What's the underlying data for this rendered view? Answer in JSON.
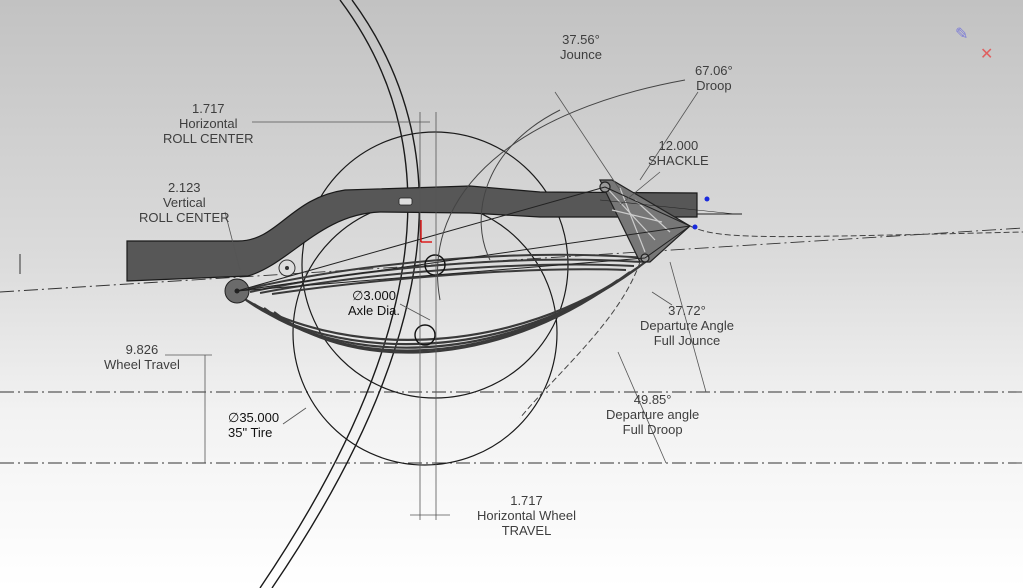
{
  "labels": {
    "jounce_angle": {
      "value": "37.56°",
      "name": "Jounce"
    },
    "droop_angle": {
      "value": "67.06°",
      "name": "Droop"
    },
    "shackle": {
      "value": "12.000",
      "name": "SHACKLE"
    },
    "horizontal_roll_center": {
      "value": "1.717",
      "line1": "Horizontal",
      "line2": "ROLL CENTER"
    },
    "vertical_roll_center": {
      "value": "2.123",
      "line1": "Vertical",
      "line2": "ROLL CENTER"
    },
    "axle_dia": {
      "value": "∅3.000",
      "name": "Axle Dia."
    },
    "departure_full_jounce": {
      "value": "37.72°",
      "line1": "Departure Angle",
      "line2": "Full Jounce"
    },
    "wheel_travel": {
      "value": "9.826",
      "name": "Wheel Travel"
    },
    "departure_full_droop": {
      "value": "49.85°",
      "line1": "Departure angle",
      "line2": "Full Droop"
    },
    "tire": {
      "value": "∅35.000",
      "name": "35\" Tire"
    },
    "horizontal_wheel_travel": {
      "value": "1.717",
      "line1": "Horizontal Wheel",
      "line2": "TRAVEL"
    }
  },
  "toolbar": {
    "edit_icon": "pencil-edit-icon",
    "close_icon": "close-icon"
  },
  "colors": {
    "frame": "#555555",
    "spring": "#3a3a3a",
    "line": "#222222",
    "dim": "#6a6a6a",
    "red": "#dd0000",
    "blue": "#1a2bdd"
  }
}
